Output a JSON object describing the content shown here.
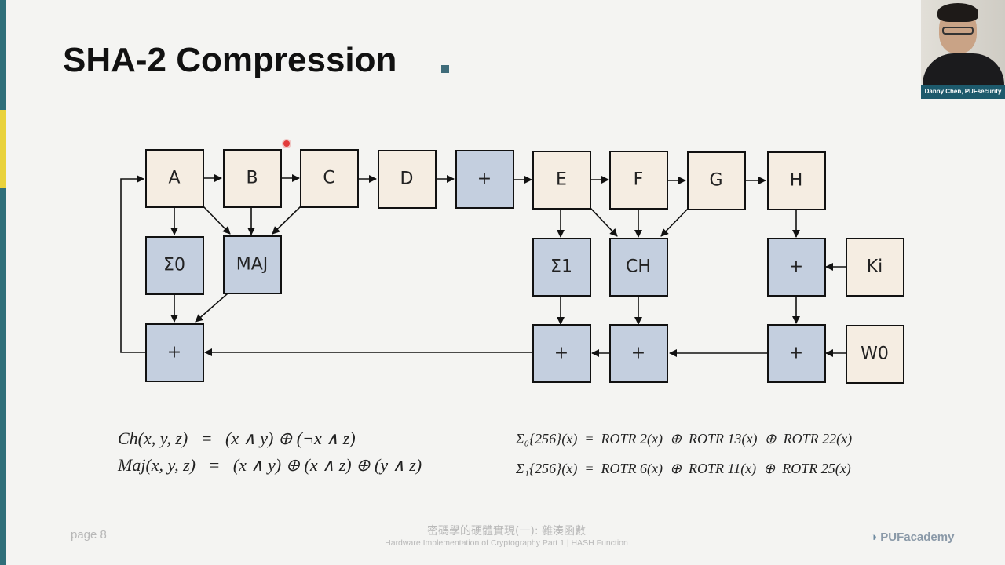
{
  "slide": {
    "title": "SHA-2 Compression",
    "page": "page 8",
    "footer_cn": "密碼學的硬體實現(一): 雜湊函數",
    "footer_en": "Hardware Implementation of Cryptography Part 1 | HASH Function",
    "logo": "PUFacademy"
  },
  "webcam": {
    "caption": "Danny Chen, PUFsecurity"
  },
  "colors": {
    "state_box": "#f5ede2",
    "op_box": "#c4cfdf",
    "accent": "#2f6f7a",
    "highlight": "#e9d23c"
  },
  "diagram": {
    "boxes": {
      "A": "A",
      "B": "B",
      "C": "C",
      "D": "D",
      "add_top": "+",
      "E": "E",
      "F": "F",
      "G": "G",
      "H": "H",
      "sigma0": "Σ0",
      "maj": "MAJ",
      "sigma1": "Σ1",
      "ch": "CH",
      "add_k": "+",
      "k": "Ki",
      "add_w": "+",
      "w": "W0",
      "add_e1": "+",
      "add_e2": "+",
      "add_a": "+"
    }
  },
  "formulas": {
    "ch": "Ch(x, y, z)   =   (x ∧ y) ⊕ (¬x ∧ z)",
    "maj": "Maj(x, y, z)   =   (x ∧ y) ⊕ (x ∧ z) ⊕ (y ∧ z)",
    "sum0": "Σ₀{256}(x)  =  ROTR 2(x)  ⊕  ROTR 13(x)  ⊕  ROTR 22(x)",
    "sum1": "Σ₁{256}(x)  =  ROTR 6(x)  ⊕  ROTR 11(x)  ⊕  ROTR 25(x)"
  }
}
